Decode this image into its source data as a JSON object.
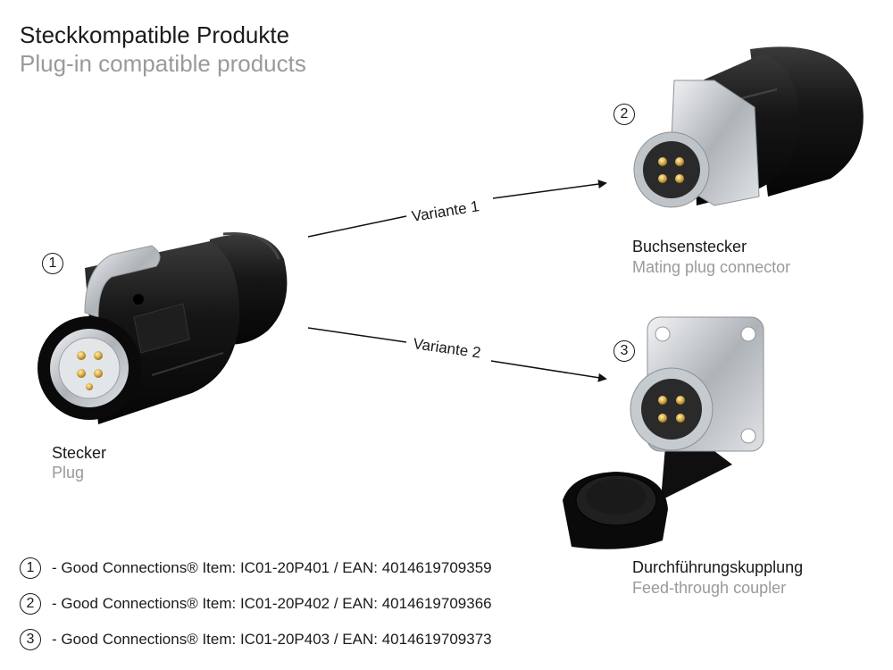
{
  "header": {
    "title_de": "Steckkompatible Produkte",
    "title_en": "Plug-in compatible products"
  },
  "products": [
    {
      "num": "1",
      "label_de": "Stecker",
      "label_en": "Plug"
    },
    {
      "num": "2",
      "label_de": "Buchsenstecker",
      "label_en": "Mating plug connector"
    },
    {
      "num": "3",
      "label_de": "Durchführungskupplung",
      "label_en": "Feed-through coupler"
    }
  ],
  "arrows": [
    {
      "label": "Variante 1"
    },
    {
      "label": "Variante 2"
    }
  ],
  "items": [
    {
      "num": "1",
      "text": "- Good Connections® Item: IC01-20P401 / EAN: 4014619709359"
    },
    {
      "num": "2",
      "text": "- Good Connections® Item: IC01-20P402 / EAN: 4014619709366"
    },
    {
      "num": "3",
      "text": "- Good Connections® Item: IC01-20P403 / EAN: 4014619709373"
    }
  ],
  "colors": {
    "text_dark": "#1a1a1a",
    "text_grey": "#9a9a9a",
    "connector_black": "#141414",
    "metal": "#c8ccd0",
    "gold": "#d4a441"
  },
  "icons": {
    "plug": "plug-connector-image",
    "socket": "mating-plug-connector-image",
    "coupler": "feed-through-coupler-image"
  }
}
